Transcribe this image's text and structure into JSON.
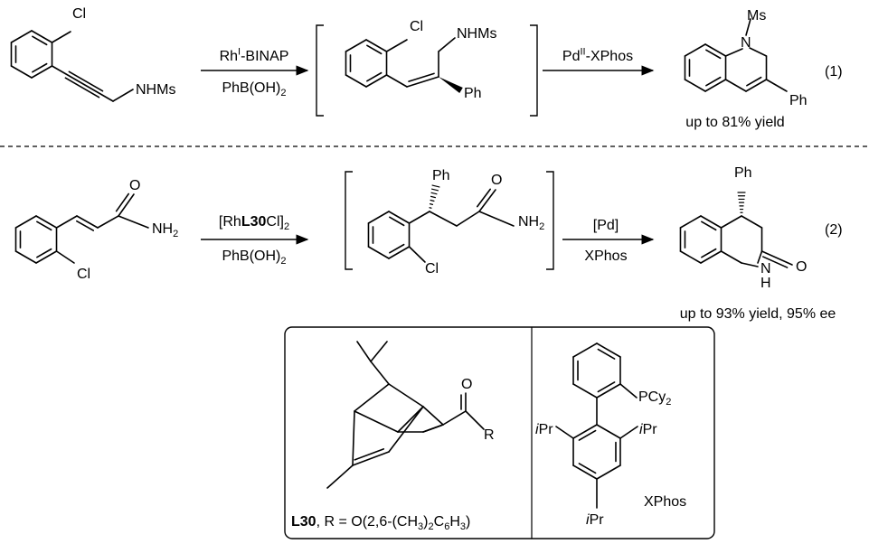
{
  "reaction1": {
    "sm": {
      "cl": "Cl",
      "nhms": "NHMs"
    },
    "reagents": {
      "top_a": "Rh",
      "top_sup": "I",
      "top_b": "-BINAP",
      "bottom_a": "PhB(OH)",
      "bottom_sub": "2"
    },
    "intermediate": {
      "cl": "Cl",
      "nhms": "NHMs",
      "ph": "Ph"
    },
    "step2": {
      "top_a": "Pd",
      "top_sup": "II",
      "top_b": "-XPhos"
    },
    "product": {
      "ms": "Ms",
      "n": "N",
      "ph": "Ph"
    },
    "number": "(1)",
    "yield": "up to 81% yield"
  },
  "reaction2": {
    "sm": {
      "o": "O",
      "nh": "NH",
      "nh_sub": "2",
      "cl": "Cl"
    },
    "reagents": {
      "top_a": "[Rh",
      "top_bold": "L30",
      "top_b": "Cl]",
      "top_sub": "2",
      "bottom_a": "PhB(OH)",
      "bottom_sub": "2"
    },
    "intermediate": {
      "ph": "Ph",
      "o": "O",
      "nh": "NH",
      "nh_sub": "2",
      "cl": "Cl"
    },
    "step2": {
      "top": "[Pd]",
      "bottom": "XPhos"
    },
    "product": {
      "ph": "Ph",
      "n": "N",
      "h": "H",
      "o": "O"
    },
    "number": "(2)",
    "yield": "up to 93% yield, 95% ee"
  },
  "ligand_box": {
    "l30": {
      "o": "O",
      "r": "R",
      "label_bold": "L30",
      "label_a": ", R = O(2,6-(CH",
      "sub1": "3",
      "label_b": ")",
      "sub2": "2",
      "label_c": "C",
      "sub3": "6",
      "label_d": "H",
      "sub4": "3",
      "label_e": ")"
    },
    "xphos": {
      "pcy": "PCy",
      "pcy_sub": "2",
      "ipr_i": "i",
      "ipr_rest": "Pr",
      "name": "XPhos"
    }
  }
}
